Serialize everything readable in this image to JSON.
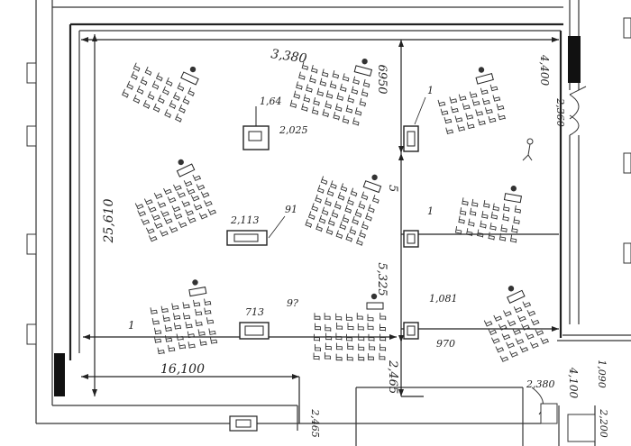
{
  "dimensions": {
    "width_top": "3,380",
    "height_left": "25,610",
    "width_bottom_left": "16,100",
    "right_edge": "4,400",
    "door_right": "2,360",
    "upper_mid": "6950",
    "mid_col": "5",
    "lower_mid": "5,325",
    "bottom_mid": "2,465",
    "bottom_right_a": "4,100",
    "bottom_right_b": "1,090",
    "bottom_right_c": "2,380",
    "bottom_right_d": "2,200",
    "bottom_center": "2,465"
  },
  "units": [
    {
      "id": "center-top",
      "label_a": "1,64",
      "label_b": "2,025"
    },
    {
      "id": "left-mid",
      "label_a": "2,113",
      "label_b": "91"
    },
    {
      "id": "center-bottom",
      "label_a": "713",
      "label_b": "9?"
    },
    {
      "id": "right-top",
      "label_a": "1"
    },
    {
      "id": "right-mid",
      "label_a": "1"
    },
    {
      "id": "right-bottom",
      "label_a": "1,081",
      "label_b": "970"
    }
  ],
  "left_marker": "1"
}
